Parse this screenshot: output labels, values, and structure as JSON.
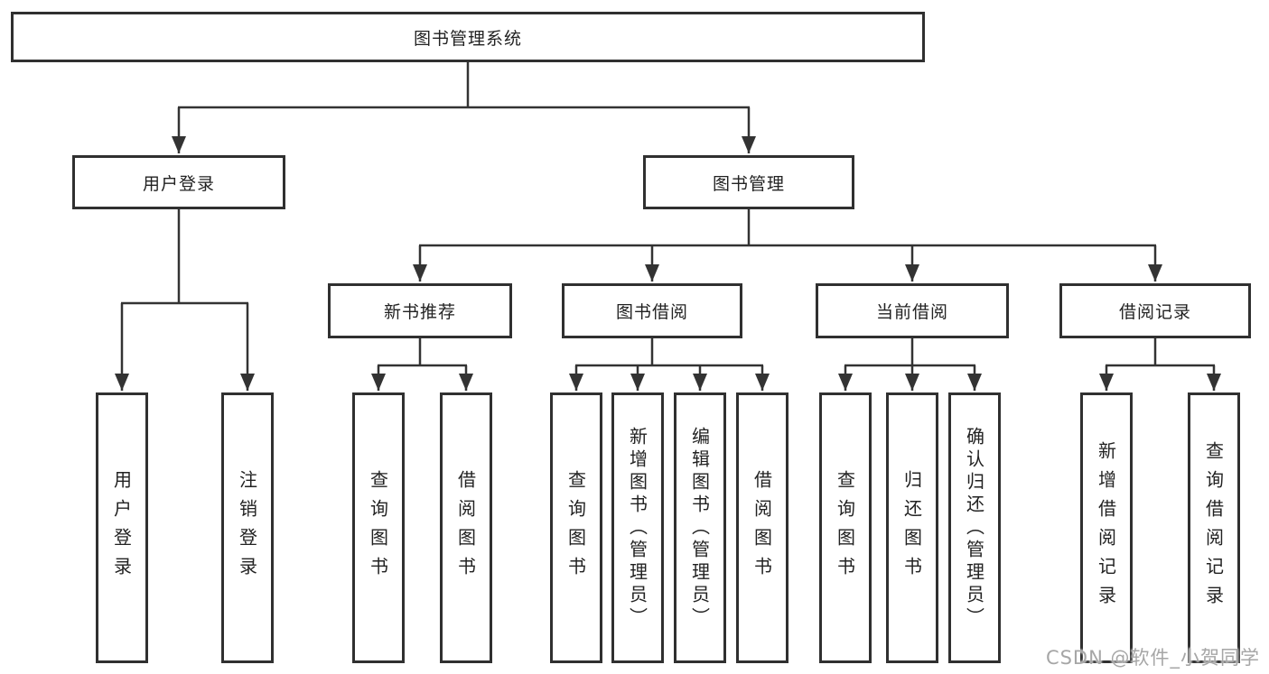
{
  "diagram": {
    "root": {
      "label": "图书管理系统"
    },
    "branches": [
      {
        "label": "用户登录",
        "children": [
          {
            "label": "用户登录"
          },
          {
            "label": "注销登录"
          }
        ]
      },
      {
        "label": "图书管理",
        "children": [
          {
            "label": "新书推荐",
            "children": [
              {
                "label": "查询图书"
              },
              {
                "label": "借阅图书"
              }
            ]
          },
          {
            "label": "图书借阅",
            "children": [
              {
                "label": "查询图书"
              },
              {
                "label": "新增图书（管理员）"
              },
              {
                "label": "编辑图书（管理员）"
              },
              {
                "label": "借阅图书"
              }
            ]
          },
          {
            "label": "当前借阅",
            "children": [
              {
                "label": "查询图书"
              },
              {
                "label": "归还图书"
              },
              {
                "label": "确认归还（管理员）"
              }
            ]
          },
          {
            "label": "借阅记录",
            "children": [
              {
                "label": "新增借阅记录"
              },
              {
                "label": "查询借阅记录"
              }
            ]
          }
        ]
      }
    ]
  },
  "watermark": "CSDN @软件_小贺同学",
  "colors": {
    "line": "#333333",
    "border": "#303030",
    "text": "#222222",
    "watermark": "#a6a6a6",
    "background": "#ffffff"
  }
}
